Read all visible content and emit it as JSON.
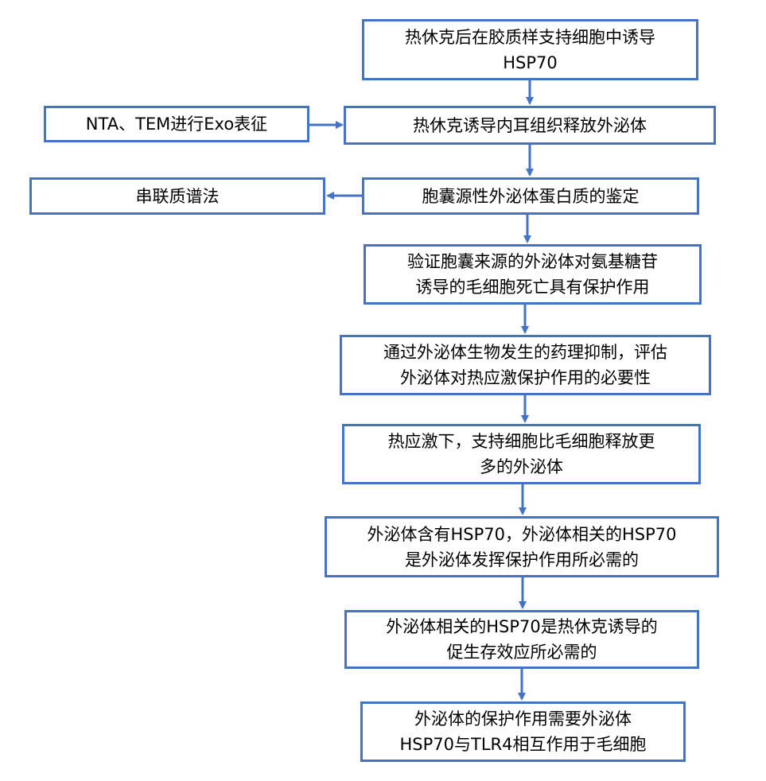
{
  "colors": {
    "accent": "#4472C4"
  },
  "steps": [
    "热休克后在胶质样支持细胞中诱导\nHSP70",
    "热休克诱导内耳组织释放外泌体",
    "胞囊源性外泌体蛋白质的鉴定",
    "验证胞囊来源的外泌体对氨基糖苷\n诱导的毛细胞死亡具有保护作用",
    "通过外泌体生物发生的药理抑制，评估\n外泌体对热应激保护作用的必要性",
    "热应激下，支持细胞比毛细胞释放更\n多的外泌体",
    "外泌体含有HSP70，外泌体相关的HSP70\n是外泌体发挥保护作用所必需的",
    "外泌体相关的HSP70是热休克诱导的\n促生存效应所必需的",
    "外泌体的保护作用需要外泌体\nHSP70与TLR4相互作用于毛细胞"
  ],
  "side": {
    "characterization": "NTA、TEM进行Exo表征",
    "tandem_ms": "串联质谱法"
  }
}
